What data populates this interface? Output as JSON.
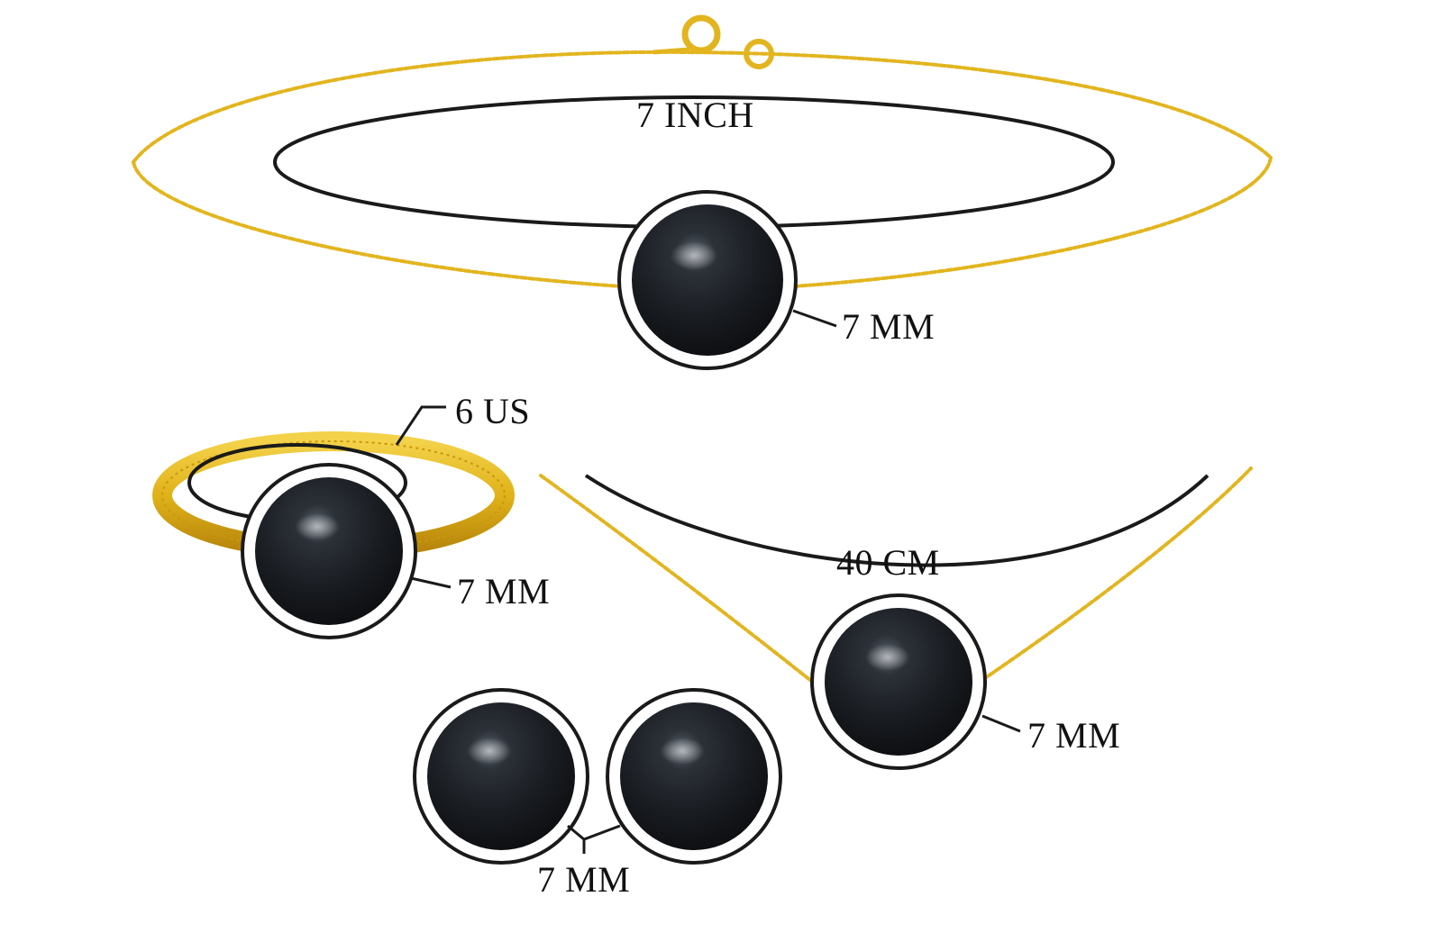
{
  "colors": {
    "gold": "#e2b51f",
    "gold_dark": "#b8860b",
    "pearl": "#1b1f24",
    "outline": "#1a1a1a",
    "background": "#ffffff"
  },
  "items": {
    "bracelet": {
      "length_label": "7 INCH",
      "pearl_label": "7 MM"
    },
    "ring": {
      "size_label": "6 US",
      "pearl_label": "7 MM"
    },
    "necklace": {
      "length_label": "40 CM",
      "pearl_label": "7 MM"
    },
    "earrings": {
      "pearl_label": "7 MM"
    }
  }
}
